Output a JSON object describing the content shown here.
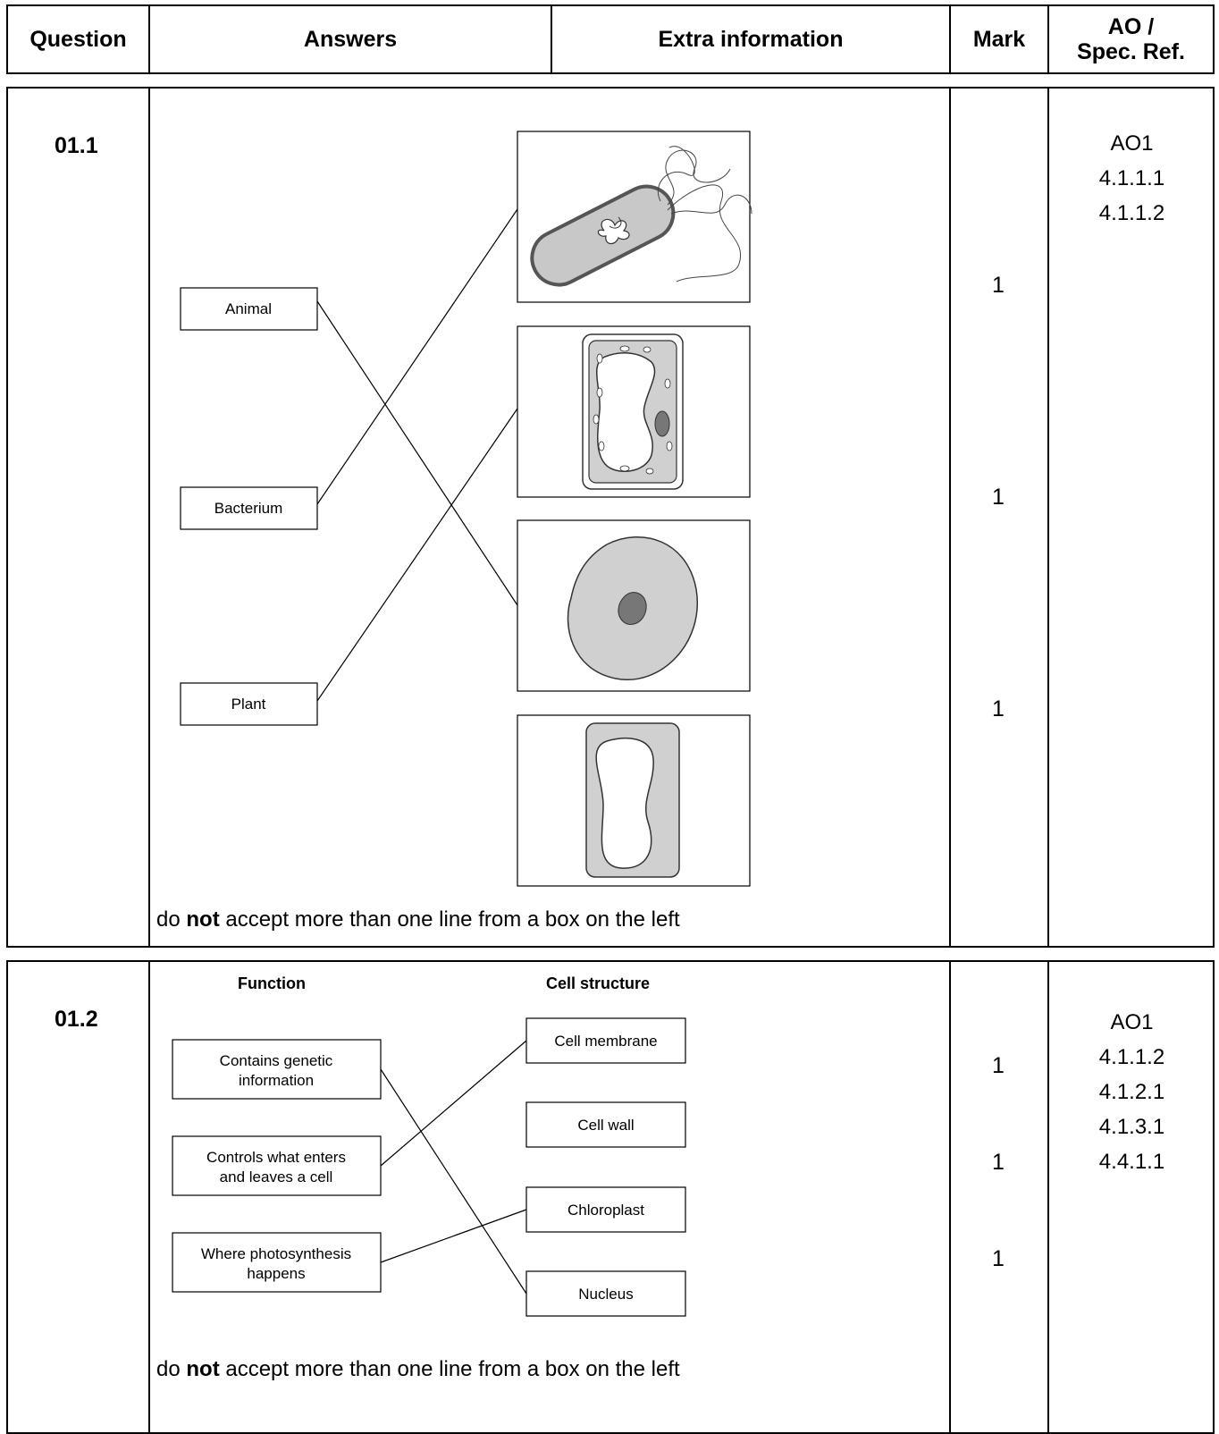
{
  "header": {
    "question": "Question",
    "answers": "Answers",
    "extra": "Extra information",
    "mark": "Mark",
    "ao_line1": "AO /",
    "ao_line2": "Spec. Ref."
  },
  "q011": {
    "number": "01.1",
    "labels": [
      "Animal",
      "Bacterium",
      "Plant"
    ],
    "marks": [
      "1",
      "1",
      "1"
    ],
    "ao": [
      "AO1",
      "4.1.1.1",
      "4.1.1.2"
    ],
    "note_pre": "do ",
    "note_bold": "not",
    "note_post": " accept more than one line from a box on the left"
  },
  "q012": {
    "number": "01.2",
    "col_function": "Function",
    "col_structure": "Cell structure",
    "functions": [
      [
        "Contains genetic",
        "information"
      ],
      [
        "Controls what enters",
        "and leaves a cell"
      ],
      [
        "Where photosynthesis",
        "happens"
      ]
    ],
    "structures": [
      "Cell membrane",
      "Cell wall",
      "Chloroplast",
      "Nucleus"
    ],
    "marks": [
      "1",
      "1",
      "1"
    ],
    "ao": [
      "AO1",
      "4.1.1.2",
      "4.1.2.1",
      "4.1.3.1",
      "4.4.1.1"
    ],
    "note_pre": "do ",
    "note_bold": "not",
    "note_post": " accept more than one line from a box on the left"
  }
}
